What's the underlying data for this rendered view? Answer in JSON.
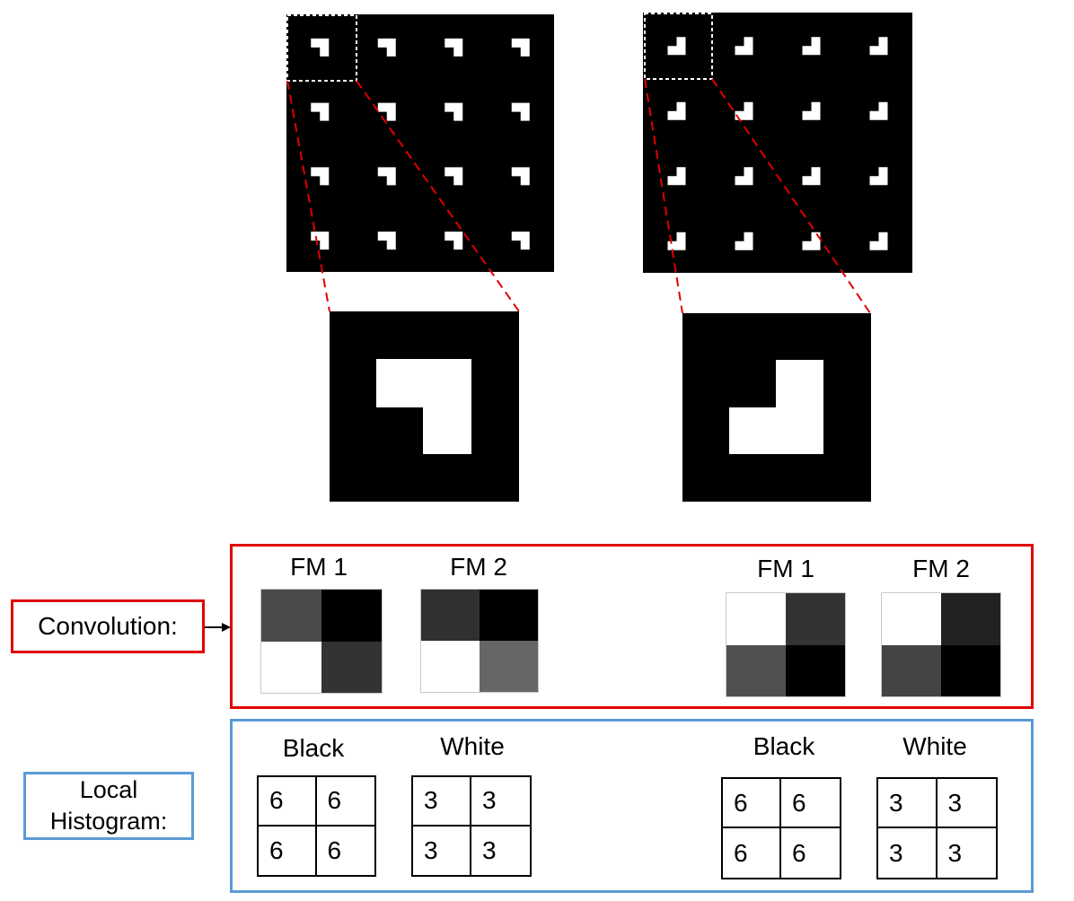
{
  "convolution_label": "Convolution:",
  "histogram_label": {
    "line1": "Local",
    "line2": "Histogram:"
  },
  "left": {
    "fm1": {
      "caption": "FM 1",
      "cells": [
        "#4a4a4a",
        "#000000",
        "#ffffff",
        "#333333"
      ]
    },
    "fm2": {
      "caption": "FM 2",
      "cells": [
        "#303030",
        "#000000",
        "#ffffff",
        "#666666"
      ]
    },
    "black": {
      "caption": "Black",
      "values": [
        "6",
        "6",
        "6",
        "6"
      ]
    },
    "white": {
      "caption": "White",
      "values": [
        "3",
        "3",
        "3",
        "3"
      ]
    }
  },
  "right": {
    "fm1": {
      "caption": "FM 1",
      "cells": [
        "#ffffff",
        "#333333",
        "#505050",
        "#000000"
      ]
    },
    "fm2": {
      "caption": "FM 2",
      "cells": [
        "#ffffff",
        "#222222",
        "#444444",
        "#000000"
      ]
    },
    "black": {
      "caption": "Black",
      "values": [
        "6",
        "6",
        "6",
        "6"
      ]
    },
    "white": {
      "caption": "White",
      "values": [
        "3",
        "3",
        "3",
        "3"
      ]
    }
  },
  "colors": {
    "convolution": "#e00000",
    "histogram": "#5b9bd5",
    "zoom_line": "#e00000"
  },
  "patterns": {
    "left": "gamma-corner",
    "right": "l-corner"
  }
}
